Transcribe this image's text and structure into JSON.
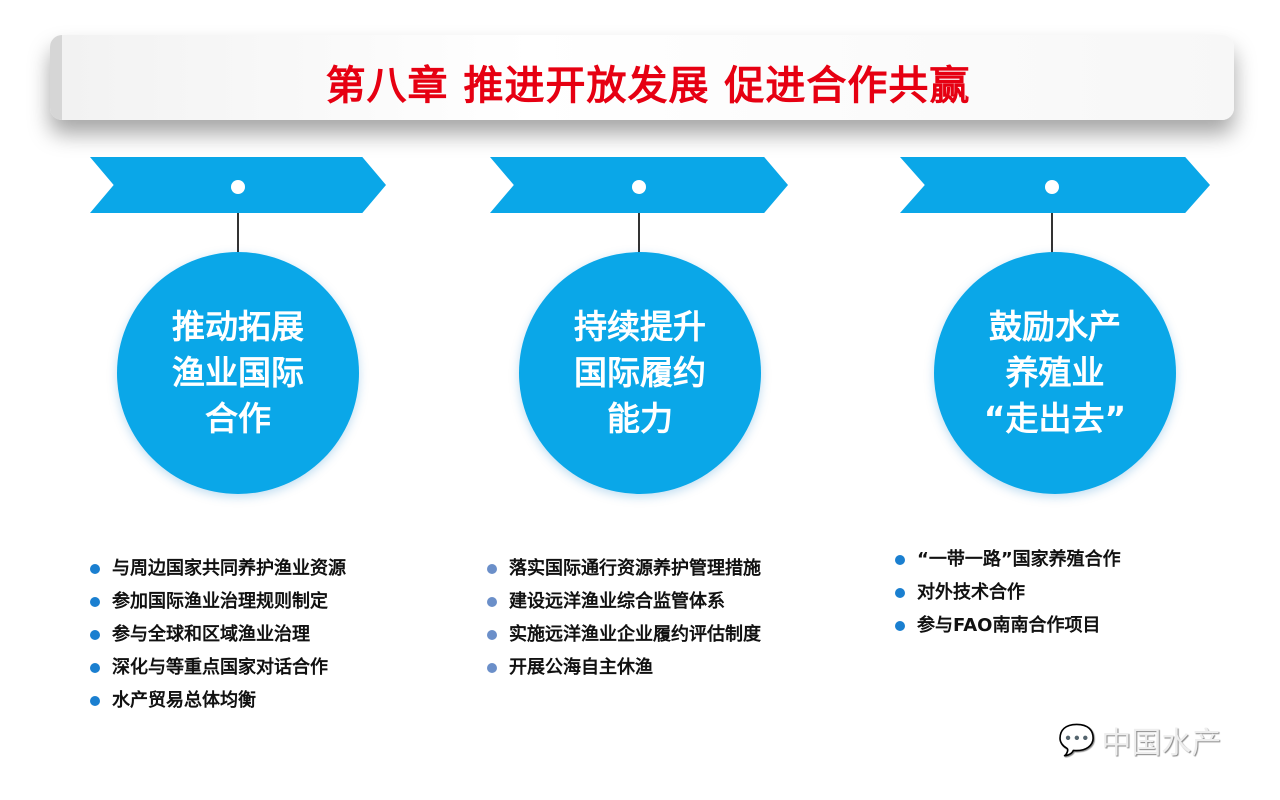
{
  "title": "第八章 推进开放发展  促进合作共赢",
  "columns": [
    {
      "circle_lines": [
        "推动拓展",
        "渔业国际",
        "合作"
      ],
      "bullets": [
        "与周边国家共同养护渔业资源",
        "参加国际渔业治理规则制定",
        "参与全球和区域渔业治理",
        "深化与等重点国家对话合作",
        "水产贸易总体均衡"
      ]
    },
    {
      "circle_lines": [
        "持续提升",
        "国际履约",
        "能力"
      ],
      "bullets": [
        "落实国际通行资源养护管理措施",
        "建设远洋渔业综合监管体系",
        "实施远洋渔业企业履约评估制度",
        "开展公海自主休渔"
      ]
    },
    {
      "circle_lines": [
        "鼓励水产",
        "养殖业",
        "“走出去”"
      ],
      "bullets": [
        "“一带一路”国家养殖合作",
        "对外技术合作",
        "参与FAO南南合作项目"
      ]
    }
  ],
  "colors": {
    "accent": "#0aa7e8",
    "title": "#e60012",
    "bullet1": "#1a7fd0",
    "bullet2": "#6b8fc9",
    "bullet3": "#1a7fd0"
  },
  "watermark": {
    "icon": "wechat-icon",
    "text": "中国水产"
  }
}
